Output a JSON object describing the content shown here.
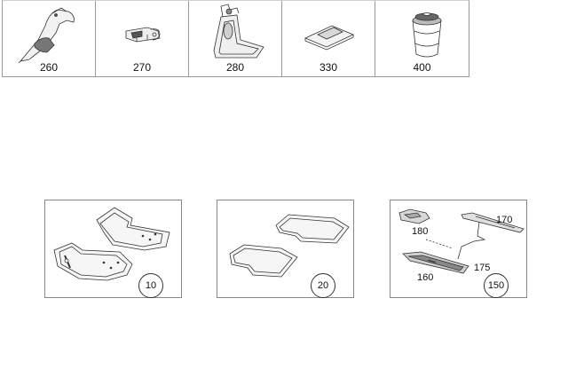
{
  "top_tiles": [
    {
      "number": "260",
      "icon": "handheld-vacuum-icon"
    },
    {
      "number": "270",
      "icon": "clip-holder-icon"
    },
    {
      "number": "280",
      "icon": "seat-organizer-icon"
    },
    {
      "number": "330",
      "icon": "floor-mat-pad-icon"
    },
    {
      "number": "400",
      "icon": "cup-icon"
    }
  ],
  "panels": [
    {
      "number": "10",
      "icon": "floor-liner-set-icon"
    },
    {
      "number": "20",
      "icon": "floor-mat-set-icon"
    },
    {
      "number": "150",
      "icon": "illuminated-door-sill-icon",
      "callouts": {
        "c180": "180",
        "c170": "170",
        "c175": "175",
        "c160": "160"
      }
    }
  ]
}
